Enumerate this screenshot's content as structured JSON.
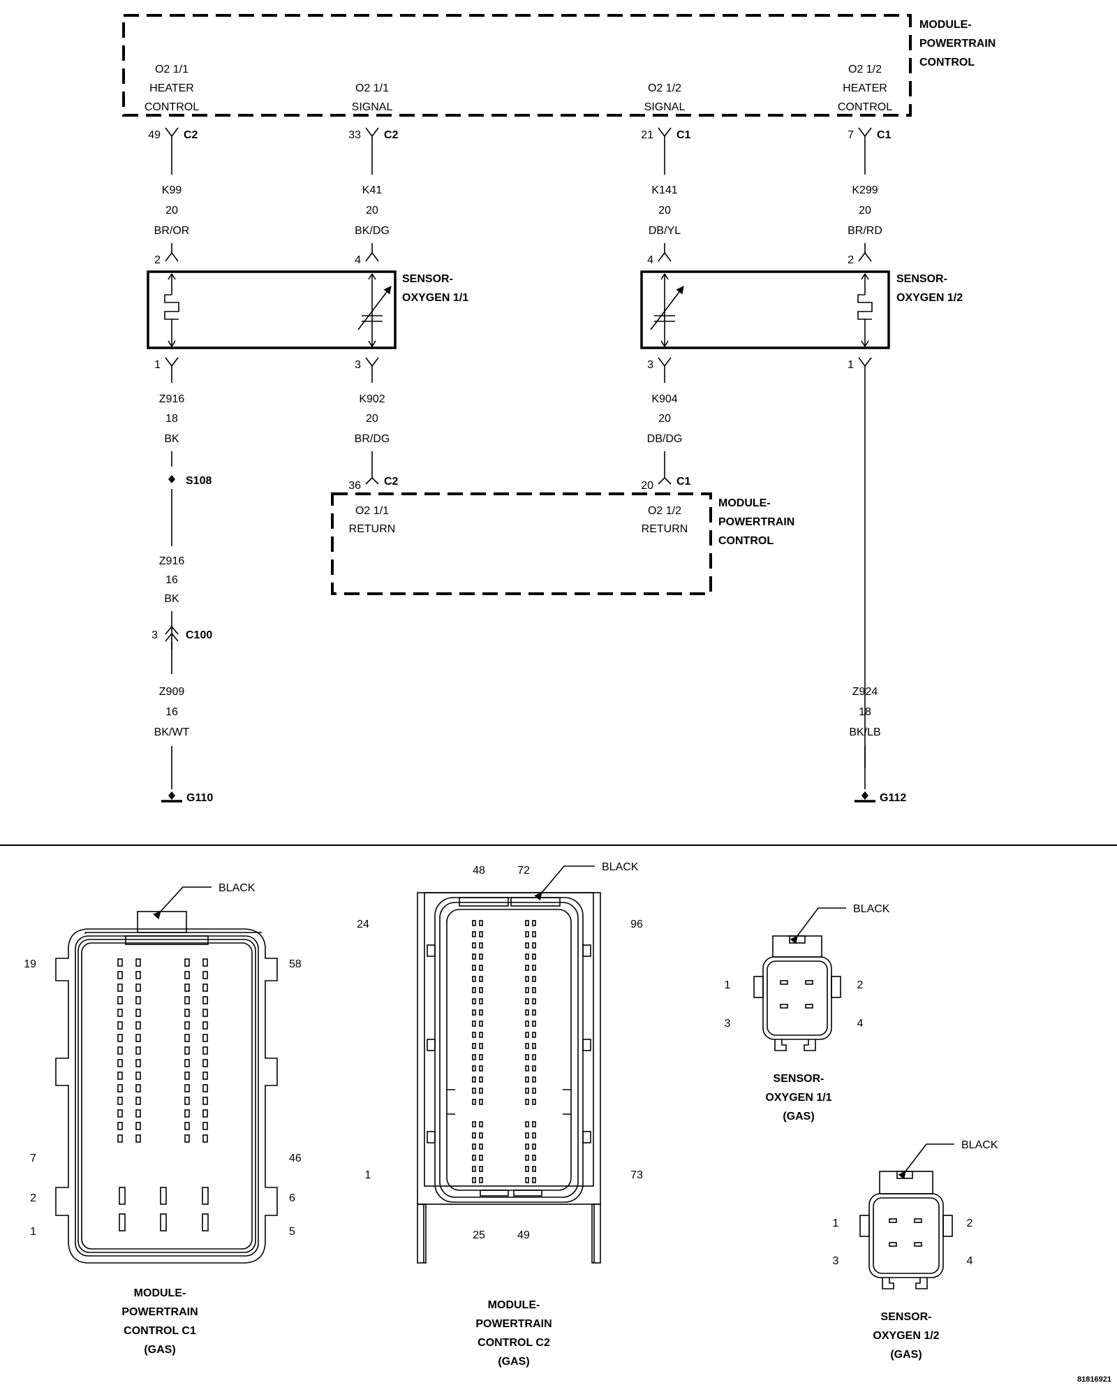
{
  "pcm_top": {
    "name": [
      "MODULE-",
      "POWERTRAIN",
      "CONTROL"
    ],
    "circuits": [
      {
        "label": [
          "O2 1/1",
          "HEATER",
          "CONTROL"
        ],
        "pin": "49",
        "connector": "C2",
        "wire": [
          "K99",
          "20",
          "BR/OR"
        ],
        "sensor_pin": "2"
      },
      {
        "label": [
          "O2 1/1",
          "SIGNAL"
        ],
        "pin": "33",
        "connector": "C2",
        "wire": [
          "K41",
          "20",
          "BK/DG"
        ],
        "sensor_pin": "4"
      },
      {
        "label": [
          "O2 1/2",
          "SIGNAL"
        ],
        "pin": "21",
        "connector": "C1",
        "wire": [
          "K141",
          "20",
          "DB/YL"
        ],
        "sensor_pin": "4"
      },
      {
        "label": [
          "O2 1/2",
          "HEATER",
          "CONTROL"
        ],
        "pin": "7",
        "connector": "C1",
        "wire": [
          "K299",
          "20",
          "BR/RD"
        ],
        "sensor_pin": "2"
      }
    ]
  },
  "sensor_1_1": {
    "name": [
      "SENSOR-",
      "OXYGEN 1/1"
    ],
    "bottom_pins": [
      "1",
      "3"
    ]
  },
  "sensor_1_2": {
    "name": [
      "SENSOR-",
      "OXYGEN 1/2"
    ],
    "bottom_pins": [
      "3",
      "1"
    ]
  },
  "lower_wires": {
    "w1": [
      "Z916",
      "18",
      "BK"
    ],
    "w2": [
      "K902",
      "20",
      "BR/DG"
    ],
    "w3": [
      "K904",
      "20",
      "DB/DG"
    ],
    "w4": [
      "Z916",
      "16",
      "BK"
    ],
    "w5": [
      "Z909",
      "16",
      "BK/WT"
    ],
    "w6": [
      "Z924",
      "18",
      "BK/LB"
    ]
  },
  "splice": "S108",
  "inline_connector": {
    "pin": "3",
    "name": "C100"
  },
  "grounds": [
    "G110",
    "G112"
  ],
  "pcm_return": {
    "name": [
      "MODULE-",
      "POWERTRAIN",
      "CONTROL"
    ],
    "left": {
      "pin": "36",
      "connector": "C2",
      "label": [
        "O2 1/1",
        "RETURN"
      ]
    },
    "right": {
      "pin": "20",
      "connector": "C1",
      "label": [
        "O2 1/2",
        "RETURN"
      ]
    }
  },
  "connector_views": {
    "c1": {
      "name": [
        "MODULE-",
        "POWERTRAIN",
        "CONTROL C1",
        "(GAS)"
      ],
      "color": "BLACK",
      "pins": [
        "19",
        "58",
        "7",
        "46",
        "2",
        "6",
        "1",
        "5"
      ]
    },
    "c2": {
      "name": [
        "MODULE-",
        "POWERTRAIN",
        "CONTROL C2",
        "(GAS)"
      ],
      "color": "BLACK",
      "pins": [
        "48",
        "72",
        "24",
        "96",
        "1",
        "73",
        "25",
        "49"
      ]
    },
    "o2_11": {
      "name": [
        "SENSOR-",
        "OXYGEN 1/1",
        "(GAS)"
      ],
      "color": "BLACK",
      "pins": [
        "1",
        "2",
        "3",
        "4"
      ]
    },
    "o2_12": {
      "name": [
        "SENSOR-",
        "OXYGEN 1/2",
        "(GAS)"
      ],
      "color": "BLACK",
      "pins": [
        "1",
        "2",
        "3",
        "4"
      ]
    }
  },
  "drawing_id": "81816921"
}
